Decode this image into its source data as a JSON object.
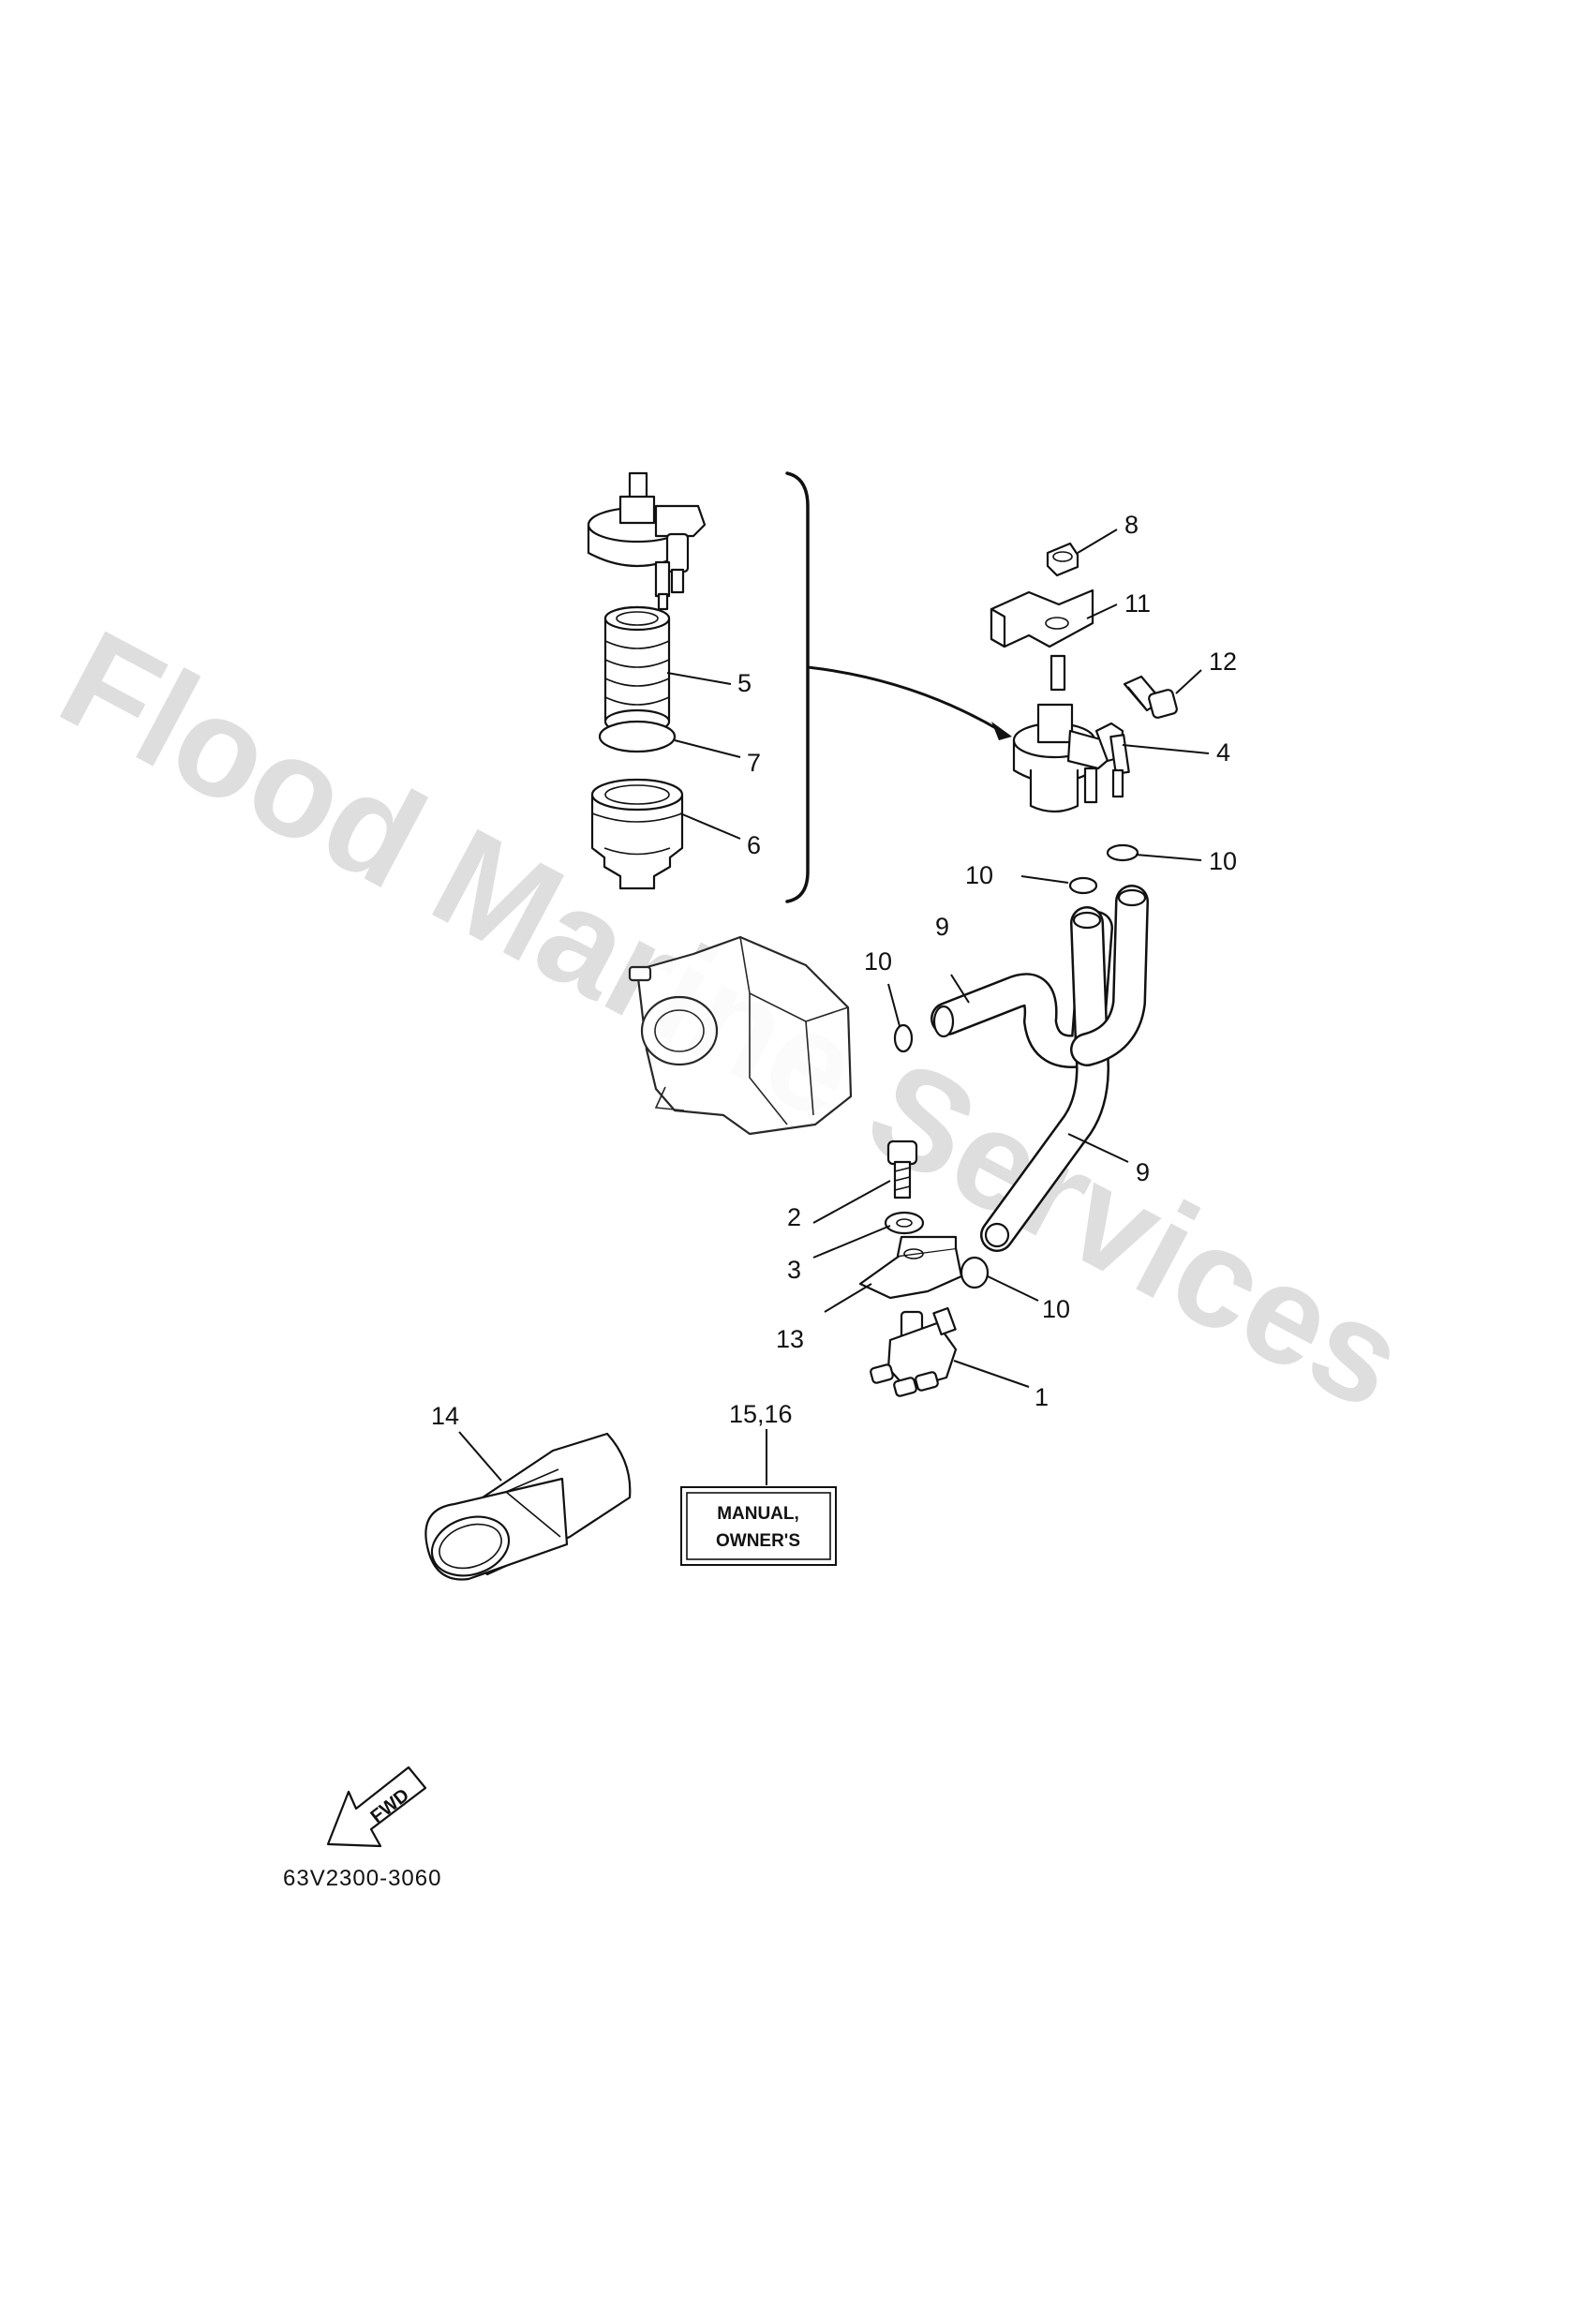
{
  "watermark": "Flood Marine Services",
  "diagram_code": "63V2300-3060",
  "fwd_label": "FWD",
  "label_plate": {
    "line1": "MANUAL,",
    "line2": "OWNER'S"
  },
  "callouts": {
    "c1": "1",
    "c2": "2",
    "c3": "3",
    "c4": "4",
    "c5": "5",
    "c6": "6",
    "c7": "7",
    "c8": "8",
    "c9a": "9",
    "c9b": "9",
    "c10a": "10",
    "c10b": "10",
    "c10c": "10",
    "c10d": "10",
    "c11": "11",
    "c12": "12",
    "c13": "13",
    "c14": "14",
    "c15_16": "15,16"
  },
  "icons": [
    "fuel-filter-icon",
    "filter-element-icon",
    "filter-cup-icon",
    "carburetor-icon",
    "fuel-joint-icon",
    "fwd-arrow-icon",
    "fuel-hose-icon"
  ]
}
